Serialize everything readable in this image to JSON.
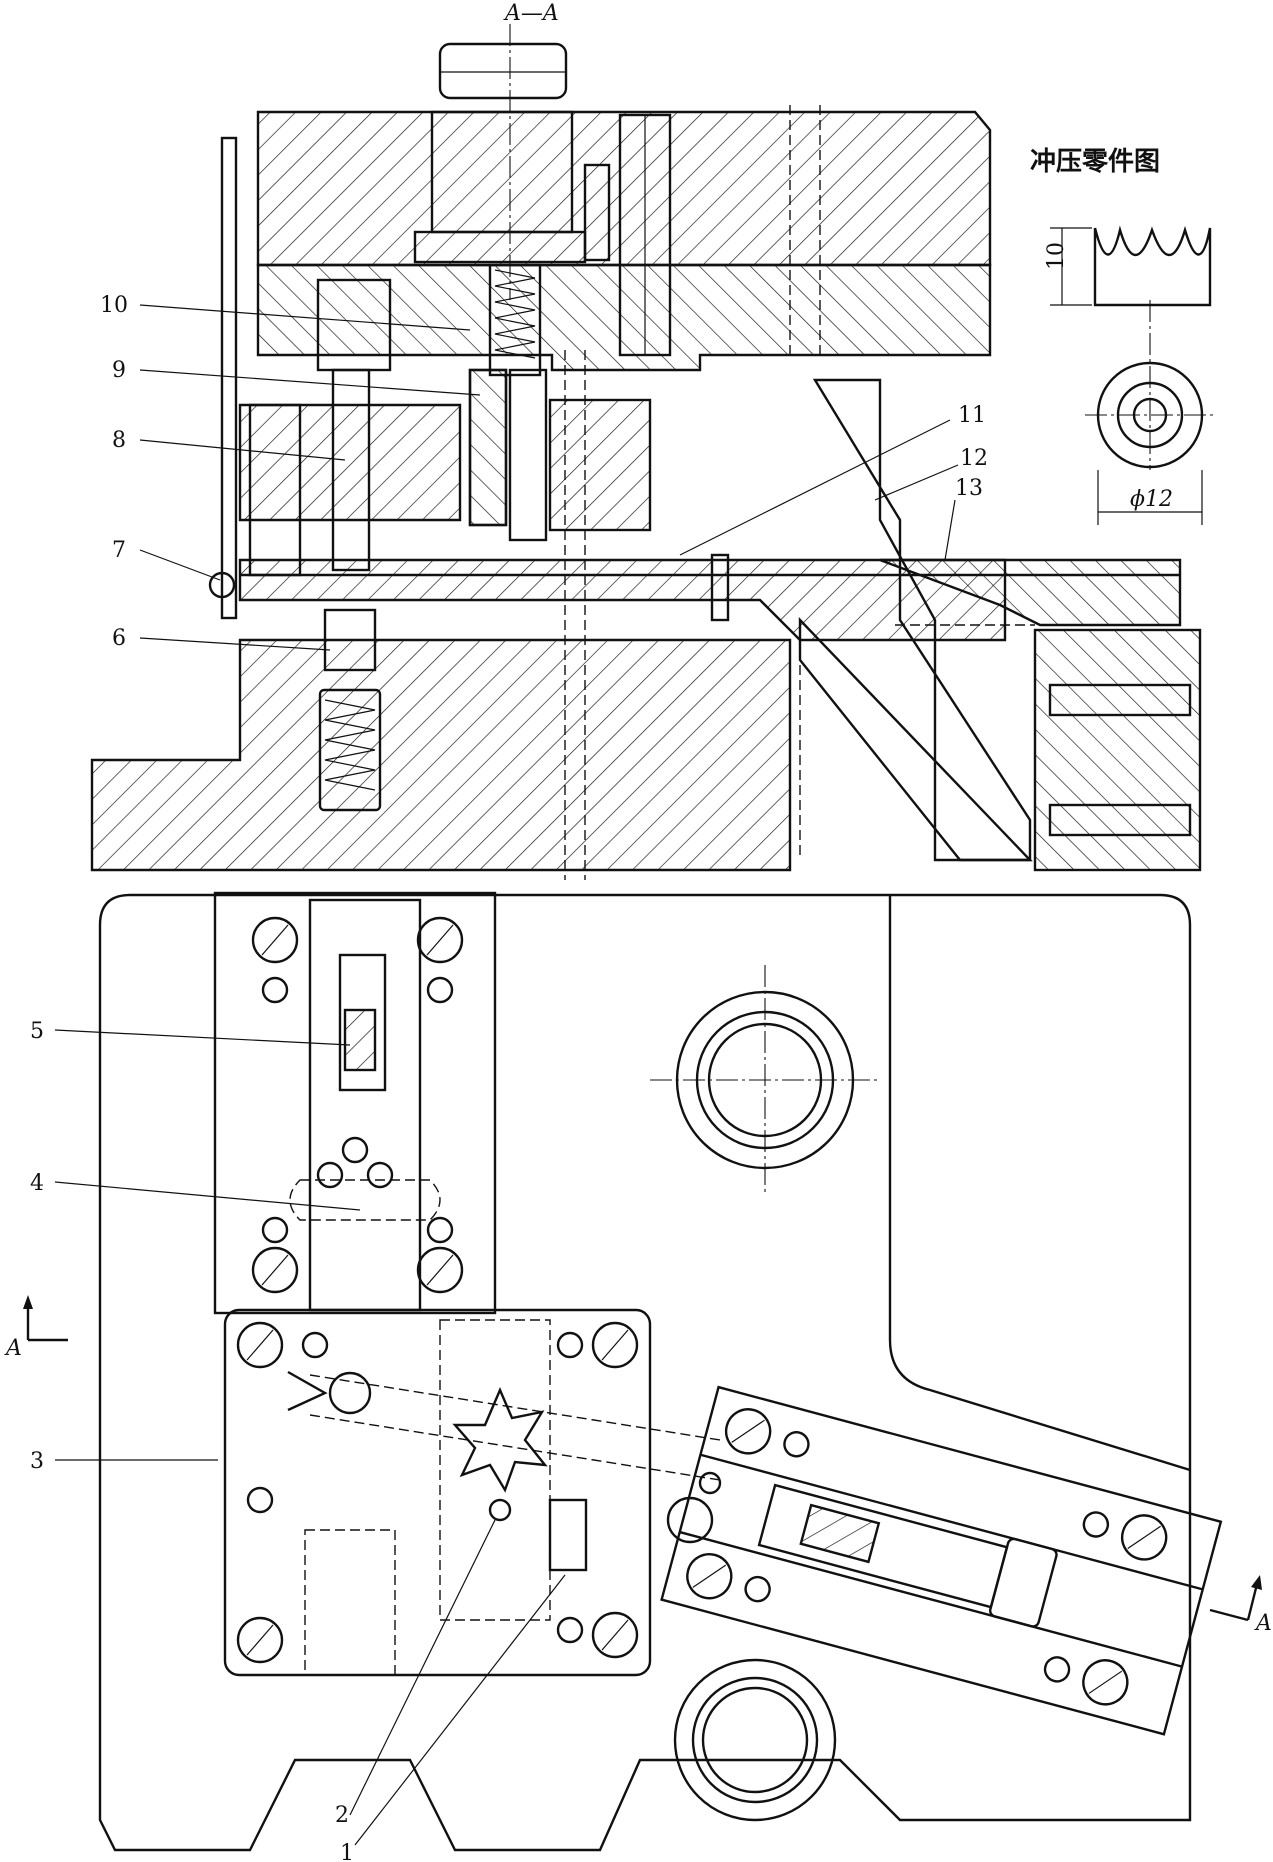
{
  "section_label": "A—A",
  "part_drawing_title": "冲压零件图",
  "dimensions": {
    "height": "10",
    "diameter": "ϕ12"
  },
  "section_markers": {
    "left": "A",
    "right": "A"
  },
  "callouts": [
    "1",
    "2",
    "3",
    "4",
    "5",
    "6",
    "7",
    "8",
    "9",
    "10",
    "11",
    "12",
    "13"
  ]
}
